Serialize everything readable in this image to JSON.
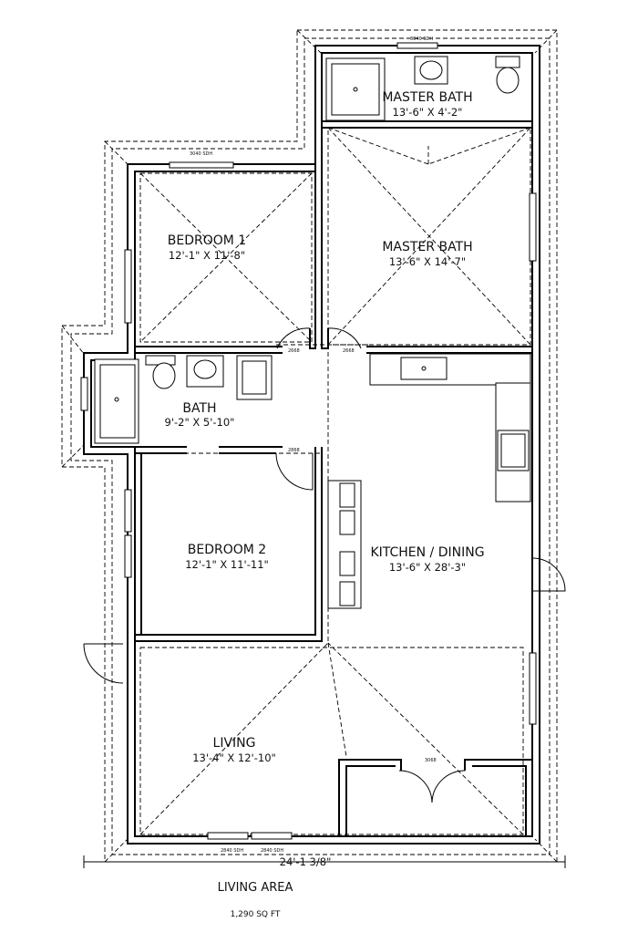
{
  "rooms": {
    "master_bath_top": {
      "name": "MASTER BATH",
      "size": "13'-6\" X 4'-2\""
    },
    "master_bath_main": {
      "name": "MASTER BATH",
      "size": "13'-6\" X 14'-7\""
    },
    "bedroom1": {
      "name": "BEDROOM 1",
      "size": "12'-1\" X 11'-8\""
    },
    "bath": {
      "name": "BATH",
      "size": "9'-2\" X 5'-10\""
    },
    "bedroom2": {
      "name": "BEDROOM 2",
      "size": "12'-1\" X 11'-11\""
    },
    "kitchen": {
      "name": "KITCHEN / DINING",
      "size": "13'-6\" X 28'-3\""
    },
    "living": {
      "name": "LIVING",
      "size": "13'-4\" X 12'-10\""
    }
  },
  "overall_width": "24'-1 3/8\"",
  "caption": {
    "title": "LIVING AREA",
    "area": "1,290 SQ FT"
  }
}
